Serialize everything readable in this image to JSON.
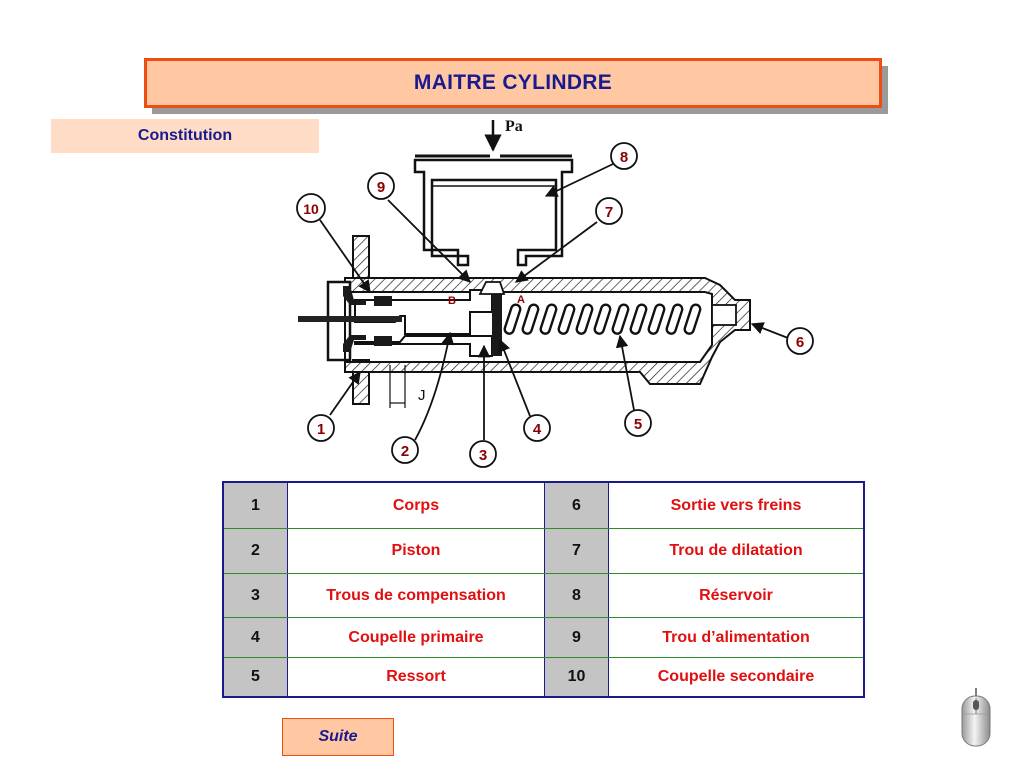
{
  "title": "MAITRE CYLINDRE",
  "subtitle": "Constitution",
  "diagram": {
    "force_label": "Pa",
    "port_labels": {
      "a": "A",
      "b": "B"
    },
    "clearance_label": "J",
    "callouts": [
      "1",
      "2",
      "3",
      "4",
      "5",
      "6",
      "7",
      "8",
      "9",
      "10"
    ]
  },
  "legend": [
    {
      "num1": "1",
      "label1": "Corps",
      "num2": "6",
      "label2": "Sortie vers freins"
    },
    {
      "num1": "2",
      "label1": "Piston",
      "num2": "7",
      "label2": "Trou de dilatation"
    },
    {
      "num1": "3",
      "label1": "Trous de compensation",
      "num2": "8",
      "label2": "Réservoir"
    },
    {
      "num1": "4",
      "label1": "Coupelle primaire",
      "num2": "9",
      "label2": "Trou d’alimentation"
    },
    {
      "num1": "5",
      "label1": "Ressort",
      "num2": "10",
      "label2": "Coupelle secondaire"
    }
  ],
  "next_button": "Suite",
  "colors": {
    "title_text": "#1a1a8e",
    "title_fill": "#ffc7a2",
    "title_border": "#ee4e12",
    "callout": "#8b0000",
    "legend_text": "#e01010"
  }
}
